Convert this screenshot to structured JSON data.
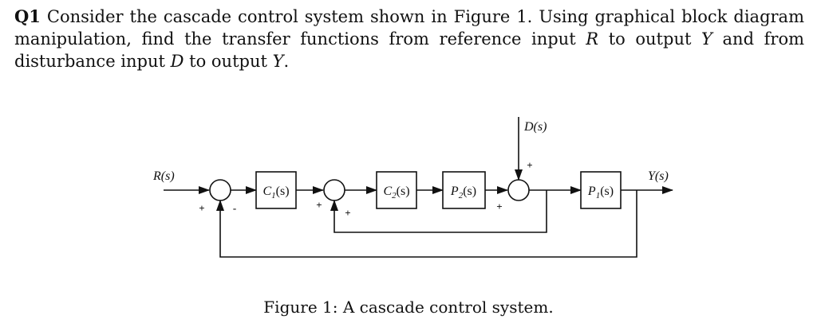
{
  "question": {
    "number": "Q1",
    "t1": "Consider the cascade control system shown in Figure 1. Using graphical block diagram ma­nipulation, find the transfer functions from reference input ",
    "R": "R",
    "t2": " to output ",
    "Y": "Y",
    "t3": " and from disturbance input ",
    "D": "D",
    "t4": " to output ",
    "t5": "."
  },
  "diagram": {
    "signals": {
      "reference": "R(s)",
      "disturbance": "D(s)",
      "output": "Y(s)"
    },
    "blocks": {
      "c1": {
        "sym": "C",
        "sub": "1",
        "arg": "(s)"
      },
      "c2": {
        "sym": "C",
        "sub": "2",
        "arg": "(s)"
      },
      "p2": {
        "sym": "P",
        "sub": "2",
        "arg": "(s)"
      },
      "p1": {
        "sym": "P",
        "sub": "1",
        "arg": "(s)"
      }
    },
    "signs": {
      "sum1_ref": "+",
      "sum1_feedback": "-",
      "sum2_forward": "+",
      "sum2_feedback": "+",
      "sum3_disturbance": "+",
      "sum3_forward": "+"
    }
  },
  "caption": "Figure 1: A cascade control system."
}
